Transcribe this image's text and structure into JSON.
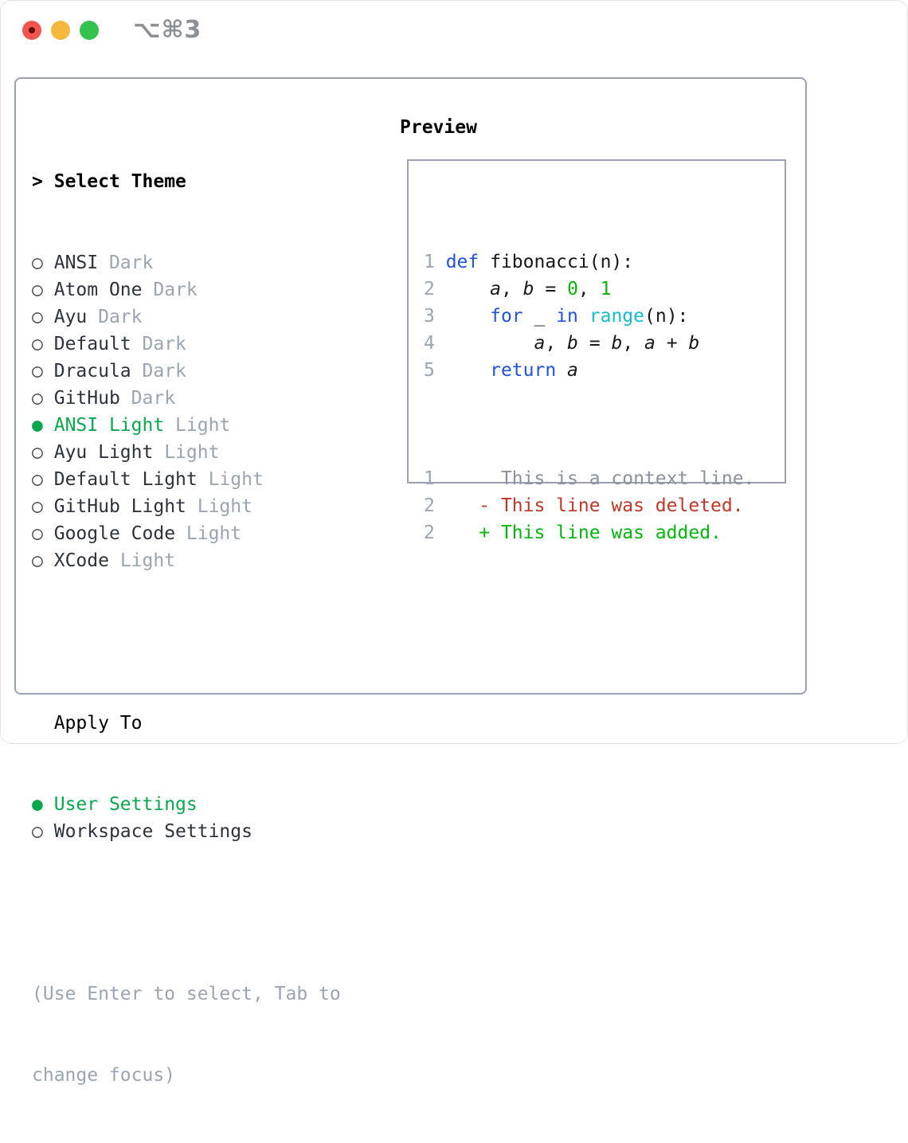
{
  "window": {
    "shortcut": "⌥⌘3",
    "traffic_lights": [
      {
        "name": "close",
        "color": "#f1554c"
      },
      {
        "name": "minimize",
        "color": "#f5b73c"
      },
      {
        "name": "zoom",
        "color": "#33c24d"
      }
    ]
  },
  "theme_panel": {
    "title_prefix": ">",
    "title": "Select Theme",
    "themes": [
      {
        "name": "ANSI",
        "variant": "Dark",
        "selected": false
      },
      {
        "name": "Atom One",
        "variant": "Dark",
        "selected": false
      },
      {
        "name": "Ayu",
        "variant": "Dark",
        "selected": false
      },
      {
        "name": "Default",
        "variant": "Dark",
        "selected": false
      },
      {
        "name": "Dracula",
        "variant": "Dark",
        "selected": false
      },
      {
        "name": "GitHub",
        "variant": "Dark",
        "selected": false
      },
      {
        "name": "ANSI Light",
        "variant": "Light",
        "selected": true
      },
      {
        "name": "Ayu Light",
        "variant": "Light",
        "selected": false
      },
      {
        "name": "Default Light",
        "variant": "Light",
        "selected": false
      },
      {
        "name": "GitHub Light",
        "variant": "Light",
        "selected": false
      },
      {
        "name": "Google Code",
        "variant": "Light",
        "selected": false
      },
      {
        "name": "XCode",
        "variant": "Light",
        "selected": false
      }
    ],
    "apply_to": {
      "title": "Apply To",
      "options": [
        {
          "name": "User Settings",
          "selected": true
        },
        {
          "name": "Workspace Settings",
          "selected": false
        }
      ]
    },
    "help": [
      "(Use Enter to select, Tab to",
      "change focus)"
    ]
  },
  "preview": {
    "title": "Preview",
    "code": [
      {
        "num": "1",
        "segments": [
          {
            "c": "kw",
            "t": "def"
          },
          {
            "c": "fg",
            "t": " fibonacci(n):"
          }
        ]
      },
      {
        "num": "2",
        "segments": [
          {
            "c": "fg",
            "t": "    "
          },
          {
            "c": "var",
            "t": "a"
          },
          {
            "c": "fg",
            "t": ", "
          },
          {
            "c": "var",
            "t": "b"
          },
          {
            "c": "fg",
            "t": " = "
          },
          {
            "c": "num",
            "t": "0"
          },
          {
            "c": "fg",
            "t": ", "
          },
          {
            "c": "num",
            "t": "1"
          }
        ]
      },
      {
        "num": "3",
        "segments": [
          {
            "c": "fg",
            "t": "    "
          },
          {
            "c": "kw",
            "t": "for"
          },
          {
            "c": "fg",
            "t": " _ "
          },
          {
            "c": "kw",
            "t": "in"
          },
          {
            "c": "fg",
            "t": " "
          },
          {
            "c": "bi",
            "t": "range"
          },
          {
            "c": "fg",
            "t": "(n):"
          }
        ]
      },
      {
        "num": "4",
        "segments": [
          {
            "c": "fg",
            "t": "        "
          },
          {
            "c": "var",
            "t": "a"
          },
          {
            "c": "fg",
            "t": ", "
          },
          {
            "c": "var",
            "t": "b"
          },
          {
            "c": "fg",
            "t": " = "
          },
          {
            "c": "var",
            "t": "b"
          },
          {
            "c": "fg",
            "t": ", "
          },
          {
            "c": "var",
            "t": "a"
          },
          {
            "c": "fg",
            "t": " + "
          },
          {
            "c": "var",
            "t": "b"
          }
        ]
      },
      {
        "num": "5",
        "segments": [
          {
            "c": "fg",
            "t": "    "
          },
          {
            "c": "kw",
            "t": "return"
          },
          {
            "c": "fg",
            "t": " "
          },
          {
            "c": "var",
            "t": "a"
          }
        ]
      }
    ],
    "diff": [
      {
        "num": "1",
        "segments": [
          {
            "c": "ctx",
            "t": "     This is a context line."
          }
        ]
      },
      {
        "num": "2",
        "segments": [
          {
            "c": "del",
            "t": "   - This line was deleted."
          }
        ]
      },
      {
        "num": "2",
        "segments": [
          {
            "c": "add",
            "t": "   + This line was added."
          }
        ]
      }
    ]
  },
  "colors": {
    "accent_green": "#0aa84e",
    "keyword_blue": "#2153dc",
    "builtin_cyan": "#14bec8",
    "number_green": "#0cb20c",
    "diff_added_green": "#00b80b",
    "diff_deleted_red": "#c23728",
    "muted_gray": "#9aa5b1",
    "border_gray": "#9aa2b2"
  }
}
